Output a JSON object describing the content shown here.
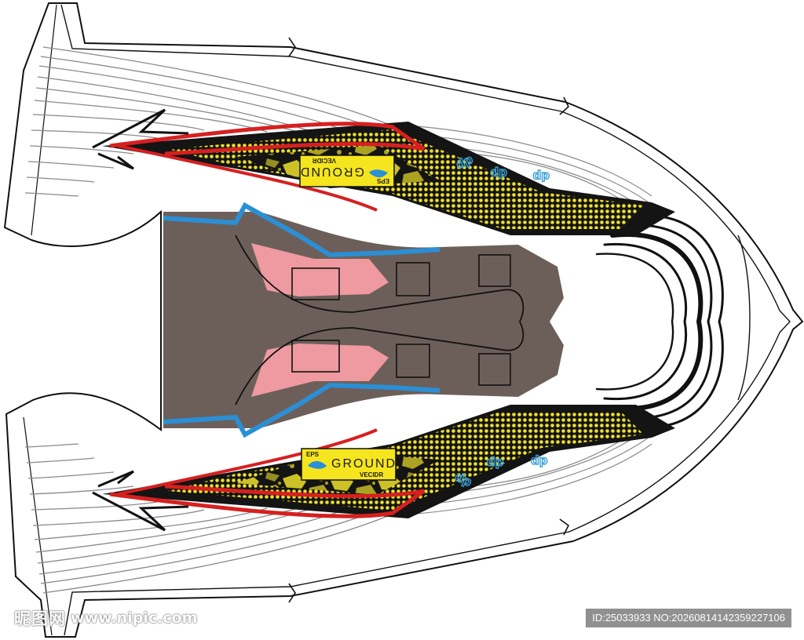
{
  "artwork": {
    "badge_top": {
      "line1": "GROUND",
      "line2": "VECIDR",
      "line3": "EPS"
    },
    "badge_bottom": {
      "line1": "GROUND",
      "line2": "VECIDR",
      "line3": "EPS"
    },
    "bp_mark": "dp",
    "colors": {
      "outline": "#111111",
      "sole": "#6c5f5a",
      "accent_blue": "#2b8fd6",
      "accent_red": "#d62020",
      "accent_pink": "#ee9aa0",
      "camo_yellow": "#ecdf2a",
      "camo_black": "#141414",
      "badge_yellow": "#f5e51e",
      "stripe_grey": "#8a8a8a"
    }
  },
  "watermark": {
    "site_name": "昵图网",
    "url": "www.nipic.com"
  },
  "image_id": "ID:25033933 NO:20260814142359227106"
}
